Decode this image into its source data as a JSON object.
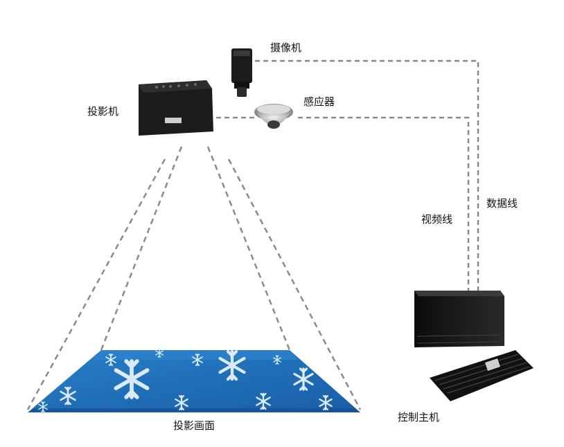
{
  "labels": {
    "camera": "摄像机",
    "projector": "投影机",
    "sensor": "感应器",
    "video_cable": "视频线",
    "data_cable": "数据线",
    "projection_surface": "投影画面",
    "control_host": "控制主机"
  },
  "colors": {
    "dashed_line": "#8a8a8a",
    "device_body": "#1c1c1c",
    "floor_blue": "#1f6fb8",
    "floor_dark": "#154f90",
    "snowflake": "#dbeaf7"
  },
  "icons": [
    "camera-icon",
    "projector-icon",
    "sensor-icon",
    "computer-case-icon",
    "keyboard-icon",
    "snowflake-icon"
  ]
}
